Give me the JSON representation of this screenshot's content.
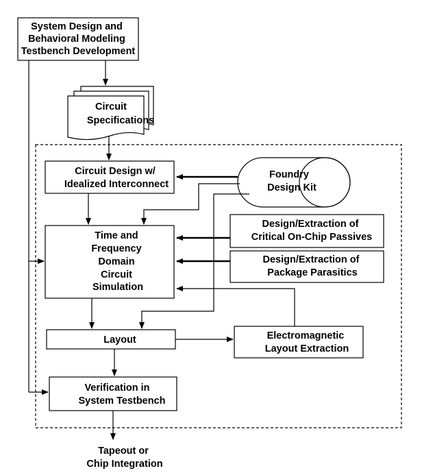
{
  "nodes": {
    "system_design": [
      "System Design and",
      "Behavioral Modeling",
      "Testbench Development"
    ],
    "circuit_specifications": [
      "Circuit",
      "Specifications"
    ],
    "circuit_design": [
      "Circuit Design w/",
      "Idealized Interconnect"
    ],
    "foundry_design_kit": [
      "Foundry",
      "Design Kit"
    ],
    "time_frequency_simulation": [
      "Time and",
      "Frequency",
      "Domain",
      "Circuit",
      "Simulation"
    ],
    "critical_passives": [
      "Design/Extraction of",
      "Critical On-Chip Passives"
    ],
    "package_parasitics": [
      "Design/Extraction of",
      "Package Parasitics"
    ],
    "layout": [
      "Layout"
    ],
    "em_layout_extraction": [
      "Electromagnetic",
      "Layout Extraction"
    ],
    "verification": [
      "Verification in",
      "System Testbench"
    ],
    "tapeout": [
      "Tapeout or",
      "Chip Integration"
    ]
  }
}
